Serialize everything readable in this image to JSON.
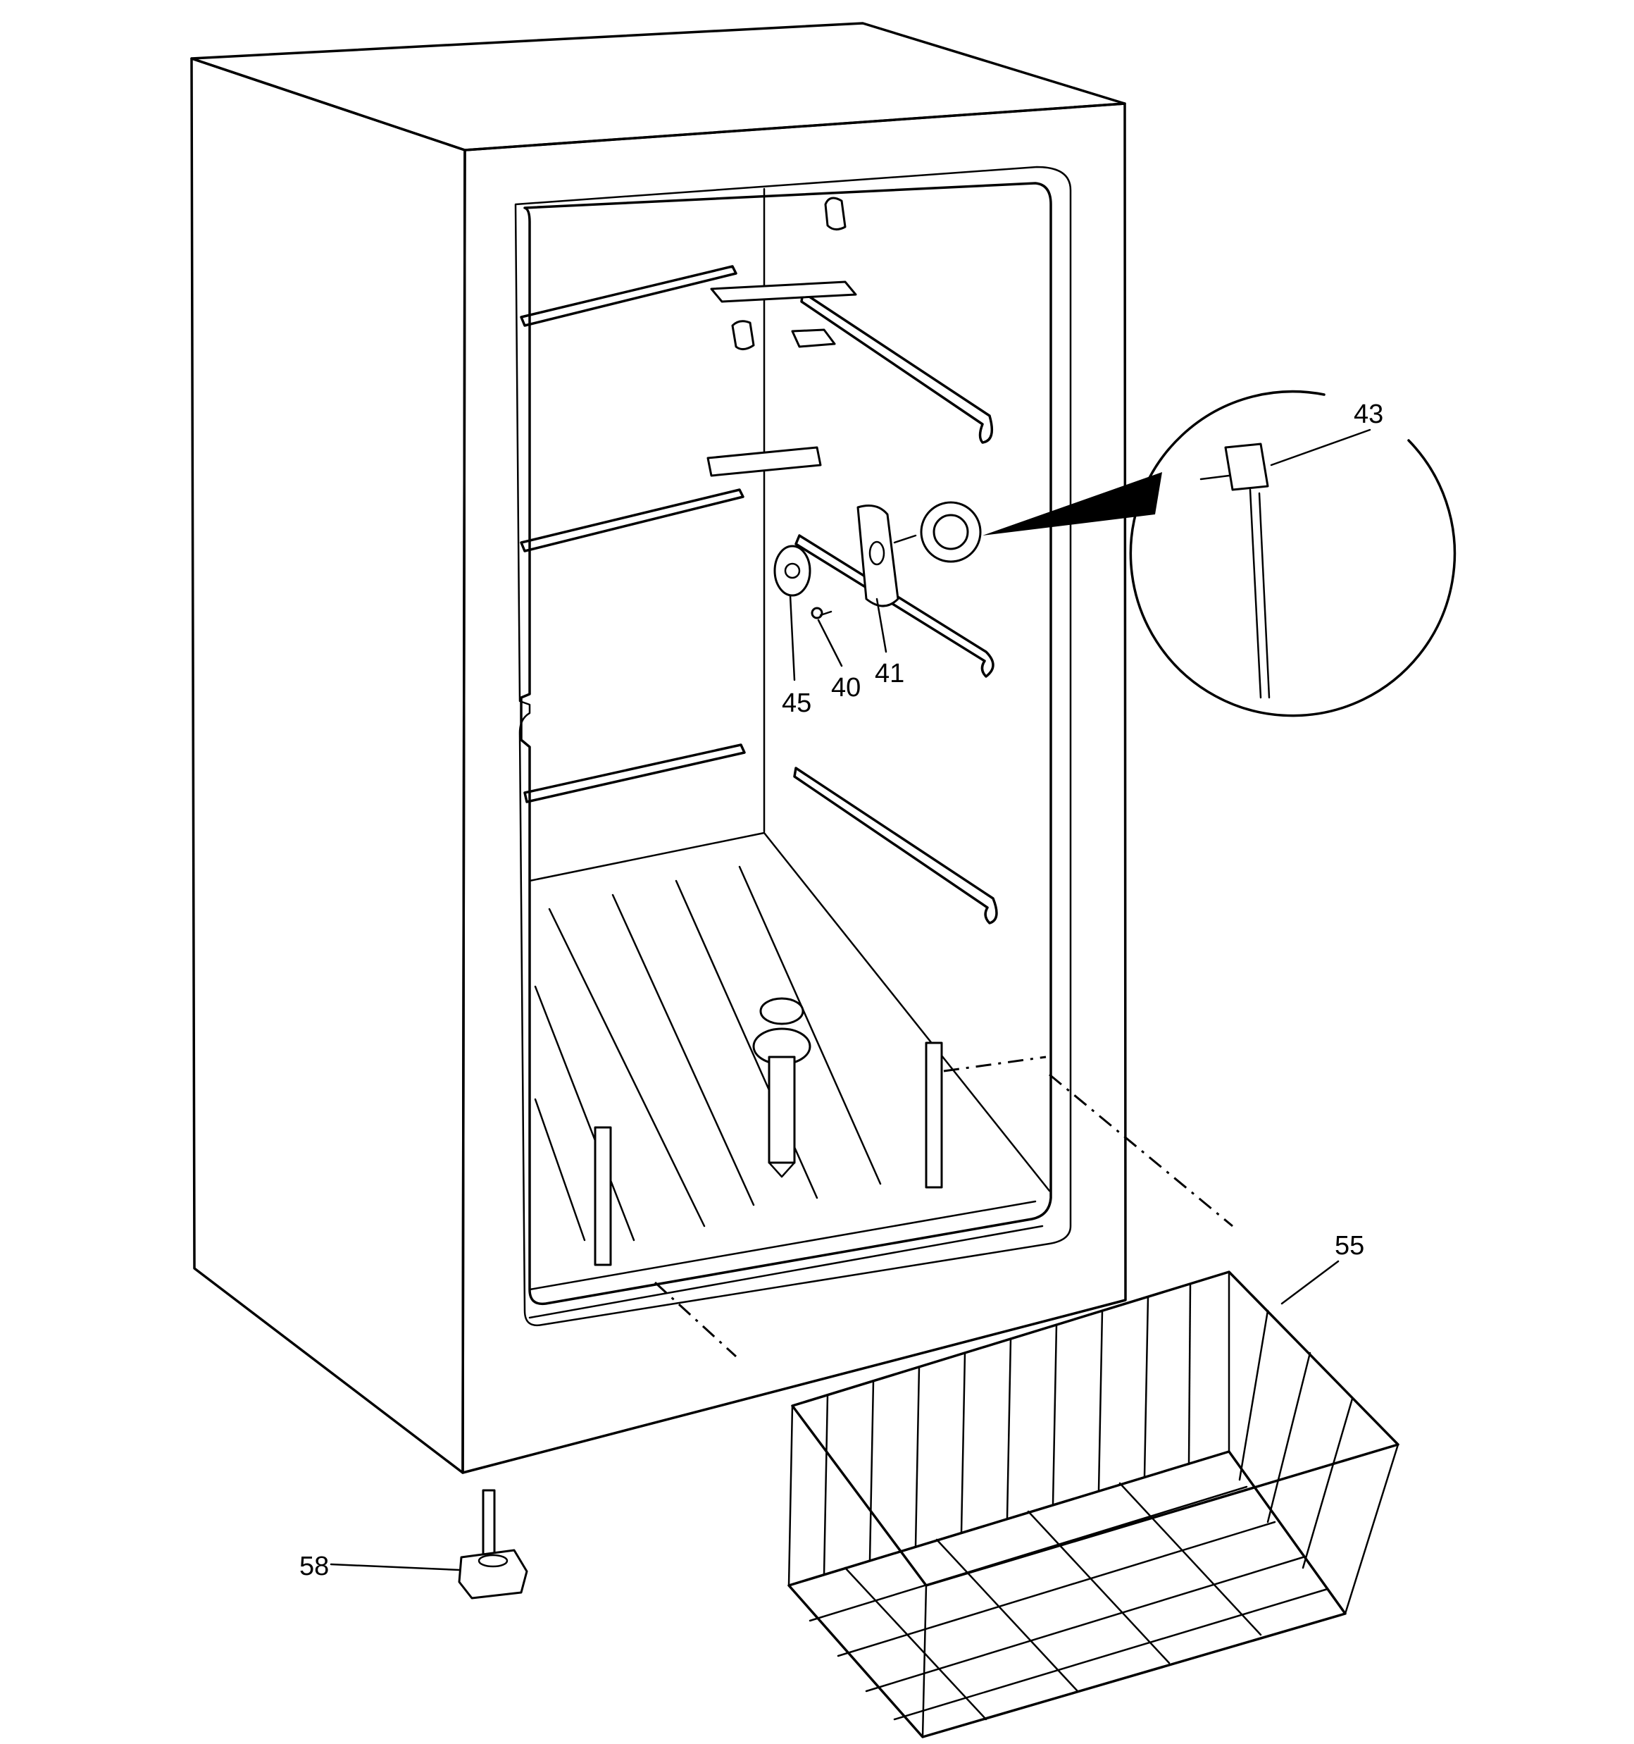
{
  "callouts": [
    {
      "id": "c43",
      "label": "43"
    },
    {
      "id": "c45",
      "label": "45"
    },
    {
      "id": "c40",
      "label": "40"
    },
    {
      "id": "c41",
      "label": "41"
    },
    {
      "id": "c55",
      "label": "55"
    },
    {
      "id": "c58",
      "label": "58"
    }
  ],
  "colors": {
    "line": "#000000",
    "background": "#ffffff"
  }
}
